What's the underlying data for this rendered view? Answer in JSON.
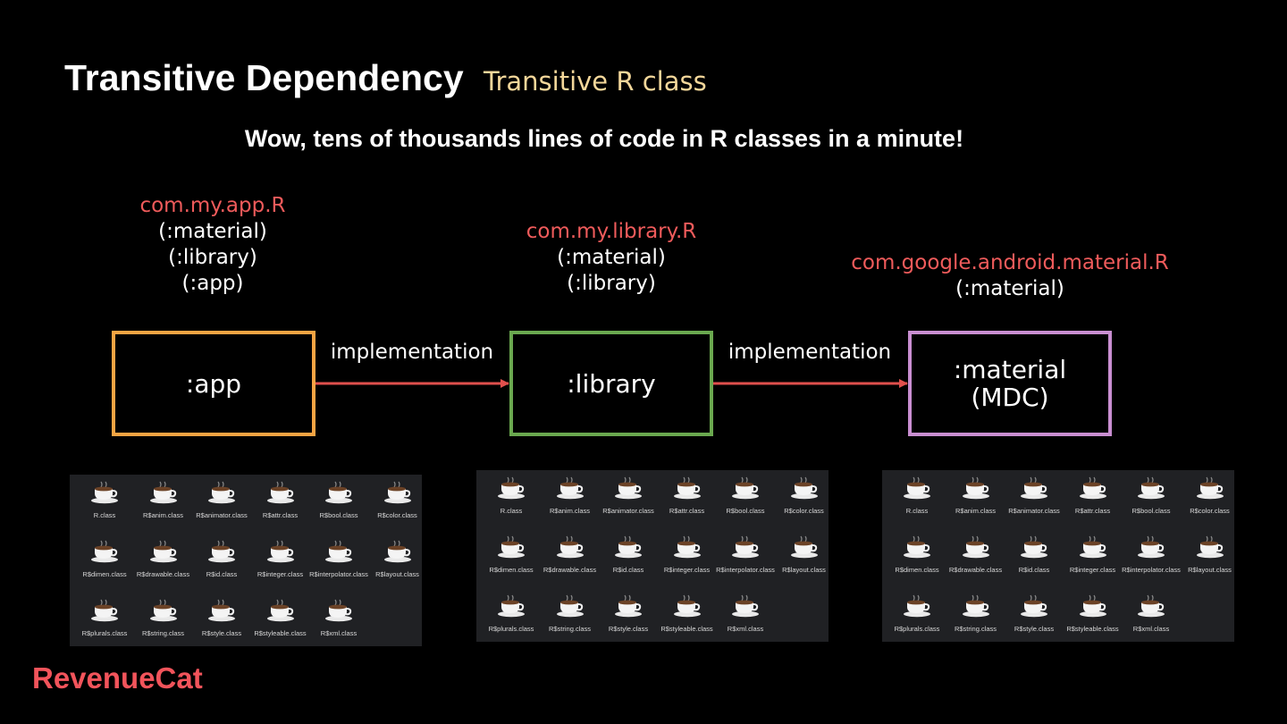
{
  "title": "Transitive Dependency",
  "subtitle": "Transitive R class",
  "headline": "Wow, tens of thousands lines of code in R classes in a minute!",
  "nodes": [
    {
      "id": "app",
      "label_lines": [
        ":app"
      ],
      "border_color": "#f5a443",
      "r_package": "com.my.app.R",
      "r_modules": [
        "(:material)",
        "(:library)",
        "(:app)"
      ]
    },
    {
      "id": "library",
      "label_lines": [
        ":library"
      ],
      "border_color": "#6aa84f",
      "r_package": "com.my.library.R",
      "r_modules": [
        "(:material)",
        "(:library)"
      ]
    },
    {
      "id": "material",
      "label_lines": [
        ":material",
        "(MDC)"
      ],
      "border_color": "#c98ed1",
      "r_package": "com.google.android.material.R",
      "r_modules": [
        "(:material)"
      ]
    }
  ],
  "edges": [
    {
      "from": "app",
      "to": "library",
      "label": "implementation",
      "color": "#e0504d"
    },
    {
      "from": "library",
      "to": "material",
      "label": "implementation",
      "color": "#e0504d"
    }
  ],
  "file_icon": "java-cup-icon",
  "file_panels": [
    {
      "files": [
        "R.class",
        "R$anim.class",
        "R$animator.class",
        "R$attr.class",
        "R$bool.class",
        "R$color.class",
        "R$dimen.class",
        "R$drawable.class",
        "R$id.class",
        "R$integer.class",
        "R$interpolator.class",
        "R$layout.class",
        "R$plurals.class",
        "R$string.class",
        "R$style.class",
        "R$styleable.class",
        "R$xml.class"
      ]
    },
    {
      "files": [
        "R.class",
        "R$anim.class",
        "R$animator.class",
        "R$attr.class",
        "R$bool.class",
        "R$color.class",
        "R$dimen.class",
        "R$drawable.class",
        "R$id.class",
        "R$integer.class",
        "R$interpolator.class",
        "R$layout.class",
        "R$plurals.class",
        "R$string.class",
        "R$style.class",
        "R$styleable.class",
        "R$xml.class"
      ]
    },
    {
      "files": [
        "R.class",
        "R$anim.class",
        "R$animator.class",
        "R$attr.class",
        "R$bool.class",
        "R$color.class",
        "R$dimen.class",
        "R$drawable.class",
        "R$id.class",
        "R$integer.class",
        "R$interpolator.class",
        "R$layout.class",
        "R$plurals.class",
        "R$string.class",
        "R$style.class",
        "R$styleable.class",
        "R$xml.class"
      ]
    }
  ],
  "logo": "RevenueCat",
  "colors": {
    "background": "#000000",
    "title": "#ffffff",
    "subtitle": "#f3d79a",
    "package": "#ef5b5b",
    "panel": "#202124"
  }
}
